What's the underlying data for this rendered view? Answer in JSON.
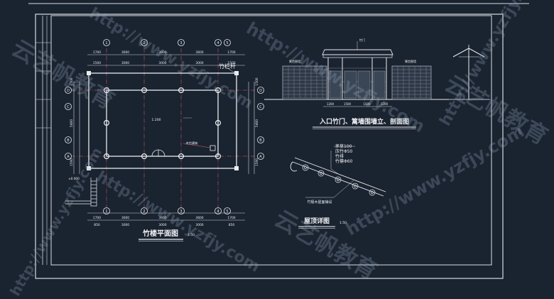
{
  "drawing": {
    "floor_plan": {
      "title": "竹楼平面图",
      "scale": "1:50",
      "tag": "竹栏杆",
      "grid_cols": [
        "1",
        "2",
        "3",
        "4",
        "5"
      ],
      "grid_rows": [
        "D",
        "C",
        "B",
        "A"
      ],
      "dims_top_outer": [
        "1700",
        "3600",
        "3600",
        "3600",
        "1700"
      ],
      "dims_top_inner": [
        "1500",
        "3000",
        "3000",
        "3000",
        "1500"
      ],
      "dims_bottom_outer": [
        "1700",
        "3600",
        "3600",
        "3600",
        "1700"
      ],
      "dims_bottom_inner": [
        "850",
        "3000",
        "3000",
        "3000",
        "850"
      ],
      "dims_left": [
        "1500",
        "5400",
        "1500"
      ],
      "dims_right": [
        "1500",
        "5400",
        "1500"
      ],
      "room_label": "1.200",
      "side_note": "木竹建筑",
      "stair_label": "±0.000"
    },
    "elevation": {
      "title": "入口竹门、篱墙围墙立、剖面图",
      "gate_label": "竹门",
      "fence_label": "篱笆围墙",
      "dims": [
        "1200",
        "1500",
        "1500",
        "1200"
      ]
    },
    "roof_detail": {
      "title": "屋顶详图",
      "scale": "1:50",
      "notes": [
        "茅草100",
        "压竹Φ50",
        "竹排",
        "竹檩Φ60"
      ],
      "joint_label": "竹檩木屋面铺设"
    }
  },
  "watermarks": {
    "url": "http://www.yzfjy.com",
    "brand": "云艺帆教育"
  }
}
